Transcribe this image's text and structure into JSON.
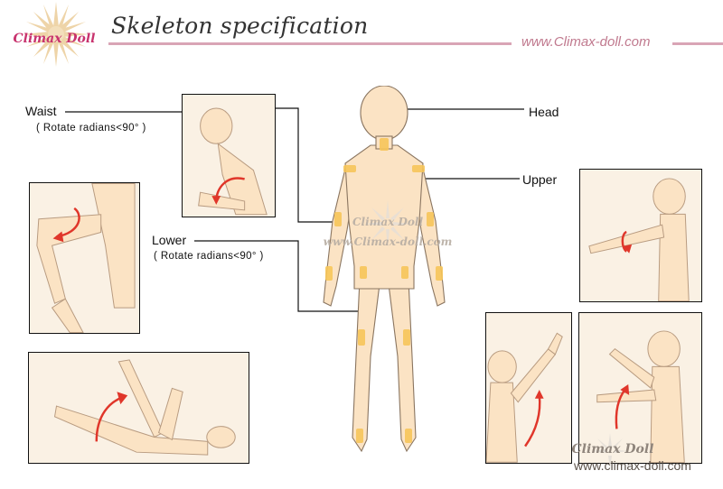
{
  "header": {
    "brand": "Climax Doll",
    "title": "Skeleton specification",
    "website": "www.Climax-doll.com"
  },
  "labels": {
    "waist": "Waist",
    "waist_note": "( Rotate radians<90° )",
    "lower": "Lower",
    "lower_note": "( Rotate radians<90° )",
    "head": "Head",
    "upper": "Upper"
  },
  "watermarks": {
    "center_brand": "Climax Doll",
    "center_url": "www.Climax-doll.com",
    "bottom_brand": "Climax Doll",
    "bottom_url": "www.climax-doll.com"
  },
  "colors": {
    "accent_pink": "#d9a5b6",
    "website_pink": "#c0798e",
    "skin": "#fbe3c4",
    "joint": "#f7c65a",
    "arrow": "#e0362a",
    "panel_bg": "#faf1e4"
  }
}
